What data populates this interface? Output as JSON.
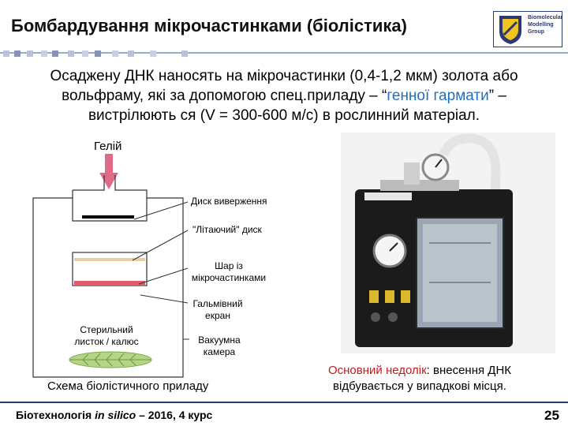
{
  "header": {
    "title": "Бомбардування мікрочастинками (біолістика)",
    "logo_line1": "Biomolecular",
    "logo_line2": "Modelling",
    "logo_line3": "Group"
  },
  "intro": {
    "line1": "Осаджену ДНК наносять на мікрочастинки (0,4-1,2 мкм) золота або",
    "line2_a": "вольфраму, які за допомогою спец.приладу – “",
    "line2_hl": "генної гармати",
    "line2_b": "” –",
    "line3": "вистрілюють ся (V = 300-600 м/с) в рослинний матеріал."
  },
  "diagram": {
    "helium": "Гелій",
    "disk_burst": "Диск виверження",
    "flying_disk": "\"Літаючий\" диск",
    "particle_layer_1": "Шар із",
    "particle_layer_2": "мікрочастинками",
    "stop_screen_1": "Гальмівний",
    "stop_screen_2": "екран",
    "sterile_1": "Стерильний",
    "sterile_2": "листок / калюс",
    "vacuum_1": "Вакуумна",
    "vacuum_2": "камера",
    "caption": "Схема біолістичного приладу"
  },
  "drawback": {
    "label": "Основний недолік",
    "text1": ": внесення ДНК",
    "text2": "відбувається у випадкові місця."
  },
  "footer": {
    "course_a": "Біотехнологія ",
    "course_i": "in silico",
    "course_b": " – 2016, 4 курс",
    "page": "25"
  },
  "colors": {
    "accent": "#1f6fc1",
    "warning": "#c41a1a",
    "navy": "#2b3a70"
  }
}
